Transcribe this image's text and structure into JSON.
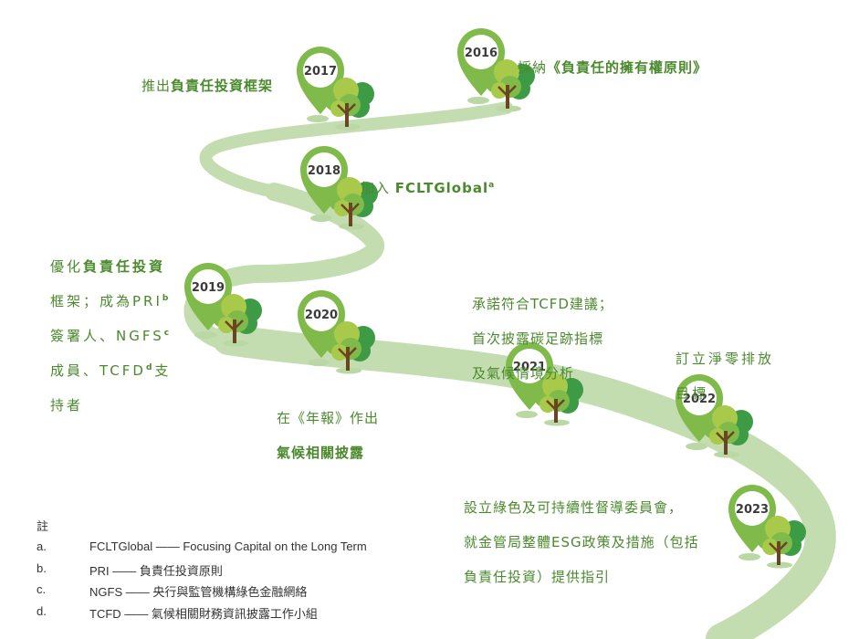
{
  "colors": {
    "path": "#c3ddb0",
    "pin_ring": "#7fba4a",
    "year_text": "#3b3b3b",
    "label": "#4a8a2c",
    "trunk": "#6b4421",
    "foliage_light": "#a8c94a",
    "foliage_mid": "#7fba4a",
    "foliage_dark": "#3d9b46",
    "shadow": "#b9d8a4"
  },
  "milestones": [
    {
      "year": "2016",
      "bold_part": "",
      "plain_part": "採納",
      "text": "《負責任的擁有權原則》",
      "sup": ""
    },
    {
      "year": "2017",
      "bold_part": "",
      "plain_part": "推出",
      "text": "負責任投資框架",
      "sup": ""
    },
    {
      "year": "2018",
      "bold_part": "",
      "plain_part": "加入 ",
      "text": "FCLTGlobal",
      "sup": "a"
    },
    {
      "year": "2019",
      "bold_part": "",
      "plain_part": "優化",
      "text": "負責任投資",
      "line2": "框架；成為PRI",
      "sup2": "b",
      "line3": "簽署人、NGFS",
      "sup3": "c",
      "line4": "成員、TCFD",
      "sup4": "d",
      "line4b": "支",
      "line5": "持者",
      "sup": ""
    },
    {
      "year": "2020",
      "bold_part": "",
      "plain_part": "在《年報》作出",
      "text": "",
      "line2": "氣候相關披露",
      "sup": ""
    },
    {
      "year": "2021",
      "bold_part": "",
      "plain_part": "承諾符合TCFD建議；",
      "text": "",
      "line2": "首次披露碳足跡指標",
      "line3": "及氣候情境分析",
      "sup": ""
    },
    {
      "year": "2022",
      "bold_part": "",
      "plain_part": "訂立淨零排放",
      "text": "",
      "line2": "目標",
      "sup": ""
    },
    {
      "year": "2023",
      "bold_part": "",
      "plain_part": "設立綠色及可持續性督導委員會，",
      "text": "",
      "line2": "就金管局整體ESG政策及措施（包括",
      "line3": "負責任投資）提供指引",
      "sup": ""
    }
  ],
  "notes": {
    "title": "註",
    "items": [
      {
        "letter": "a.",
        "text": "FCLTGlobal —— Focusing Capital on the Long Term"
      },
      {
        "letter": "b.",
        "text": "PRI —— 負責任投資原則"
      },
      {
        "letter": "c.",
        "text": "NGFS —— 央行與監管機構綠色金融網絡"
      },
      {
        "letter": "d.",
        "text": "TCFD —— 氣候相關財務資訊披露工作小組"
      }
    ]
  }
}
